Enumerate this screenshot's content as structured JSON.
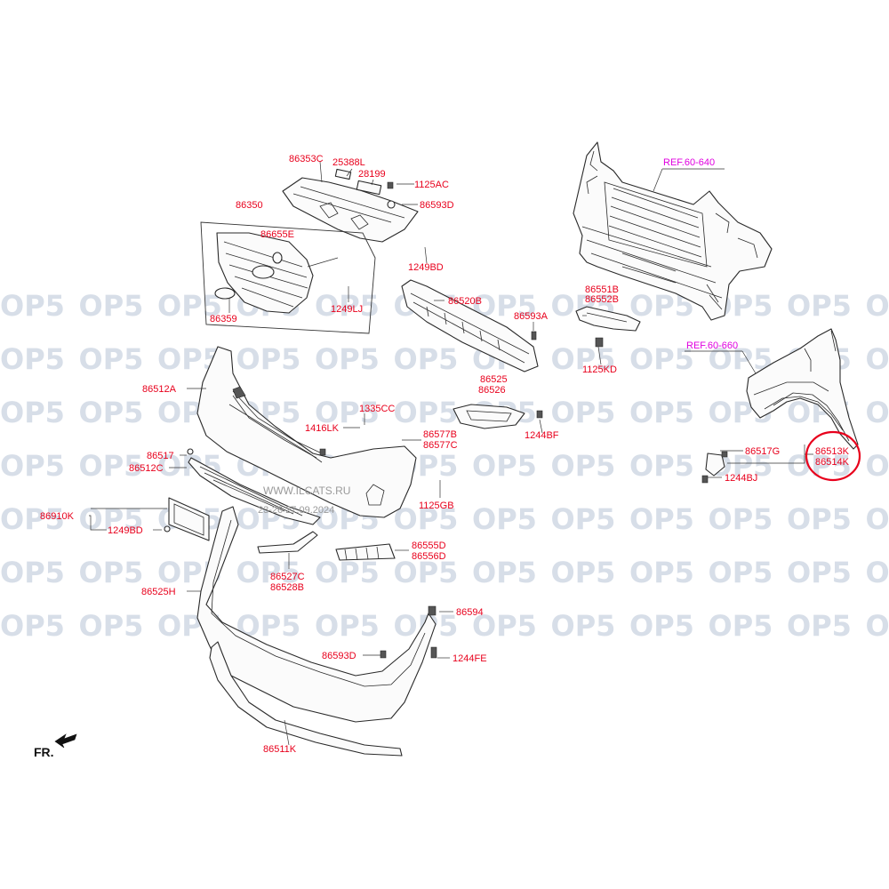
{
  "callouts": [
    {
      "id": "86353C"
    },
    {
      "id": "25388L"
    },
    {
      "id": "28199"
    },
    {
      "id": "1125AC"
    },
    {
      "id": "86593D"
    },
    {
      "id": "86350"
    },
    {
      "id": "86655E"
    },
    {
      "id": "1249BD"
    },
    {
      "id": "1249LJ"
    },
    {
      "id": "86359"
    },
    {
      "id": "86520B"
    },
    {
      "id": "86551B"
    },
    {
      "id": "86552B"
    },
    {
      "id": "86593A"
    },
    {
      "id": "1125KD"
    },
    {
      "id": "86512A"
    },
    {
      "id": "86525"
    },
    {
      "id": "86526"
    },
    {
      "id": "1335CC"
    },
    {
      "id": "1416LK"
    },
    {
      "id": "86577B"
    },
    {
      "id": "86577C"
    },
    {
      "id": "1244BF"
    },
    {
      "id": "86517"
    },
    {
      "id": "86512C"
    },
    {
      "id": "86910K"
    },
    {
      "id": "1249BD"
    },
    {
      "id": "1125GB"
    },
    {
      "id": "86555D"
    },
    {
      "id": "86556D"
    },
    {
      "id": "86527C"
    },
    {
      "id": "86528B"
    },
    {
      "id": "86525H"
    },
    {
      "id": "86594"
    },
    {
      "id": "86593D"
    },
    {
      "id": "1244FE"
    },
    {
      "id": "86511K"
    },
    {
      "id": "86517G"
    },
    {
      "id": "86513K"
    },
    {
      "id": "86514K"
    },
    {
      "id": "1244BJ"
    }
  ],
  "references": [
    {
      "text": "REF.60-640"
    },
    {
      "text": "REF.60-660"
    }
  ],
  "front_marker": "FR.",
  "watermark": {
    "tile_text": "OP5",
    "site_text": "WWW.ILCATS.RU",
    "date_text": "23-26 27.09.2024"
  },
  "colors": {
    "callout": "#e8001c",
    "reference": "#e000e0",
    "highlight_circle": "#e8001c",
    "watermark": "#b8c4d6"
  }
}
